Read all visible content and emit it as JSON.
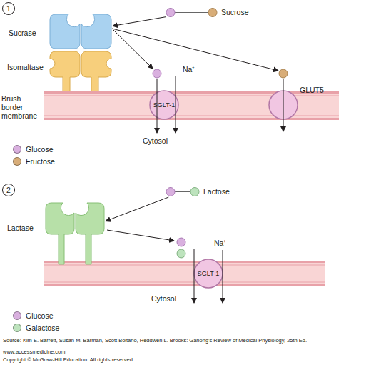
{
  "diagram": {
    "nodes": [
      {
        "text": [
          "Sucrose"
        ]
      },
      {
        "text": [
          "Sucrase"
        ]
      },
      {
        "text": [
          "Isomaltase"
        ]
      },
      {
        "text": [
          "Brush border membrane"
        ]
      },
      {
        "text": [
          "SGLT-1"
        ],
        "in": 3
      },
      {
        "text": [
          "GLUT5"
        ],
        "in": 3
      },
      {
        "text": [
          "Lactose"
        ]
      },
      {
        "text": [
          "Lactase"
        ]
      },
      {
        "text": [
          "SGLT-1"
        ]
      }
    ],
    "edges": [
      {
        "from": 0,
        "to": 1,
        "arrow": "to"
      },
      {
        "from": 6,
        "to": 7,
        "arrow": "to"
      }
    ],
    "labels": [
      "1",
      "Na⁺",
      "Cytosol",
      "2",
      "Na⁺",
      "Cytosol",
      "Source: Kim E. Barrett, Susan M. Barman, Scott Boitano, Heddwen L. Brooks: Ganong's Review of Medical Physiology, 25th Ed.",
      "www.accessmedicine.com",
      "Copyright © McGraw-Hill Education. All rights reserved."
    ],
    "legend": [
      {
        "text": "Glucose",
        "color": "#d9b0df"
      },
      {
        "text": "Fructose",
        "color": "#d8ad78"
      },
      {
        "text": "Glucose",
        "color": "#d9b0df"
      },
      {
        "text": "Galactose",
        "color": "#bde3bd"
      }
    ]
  }
}
